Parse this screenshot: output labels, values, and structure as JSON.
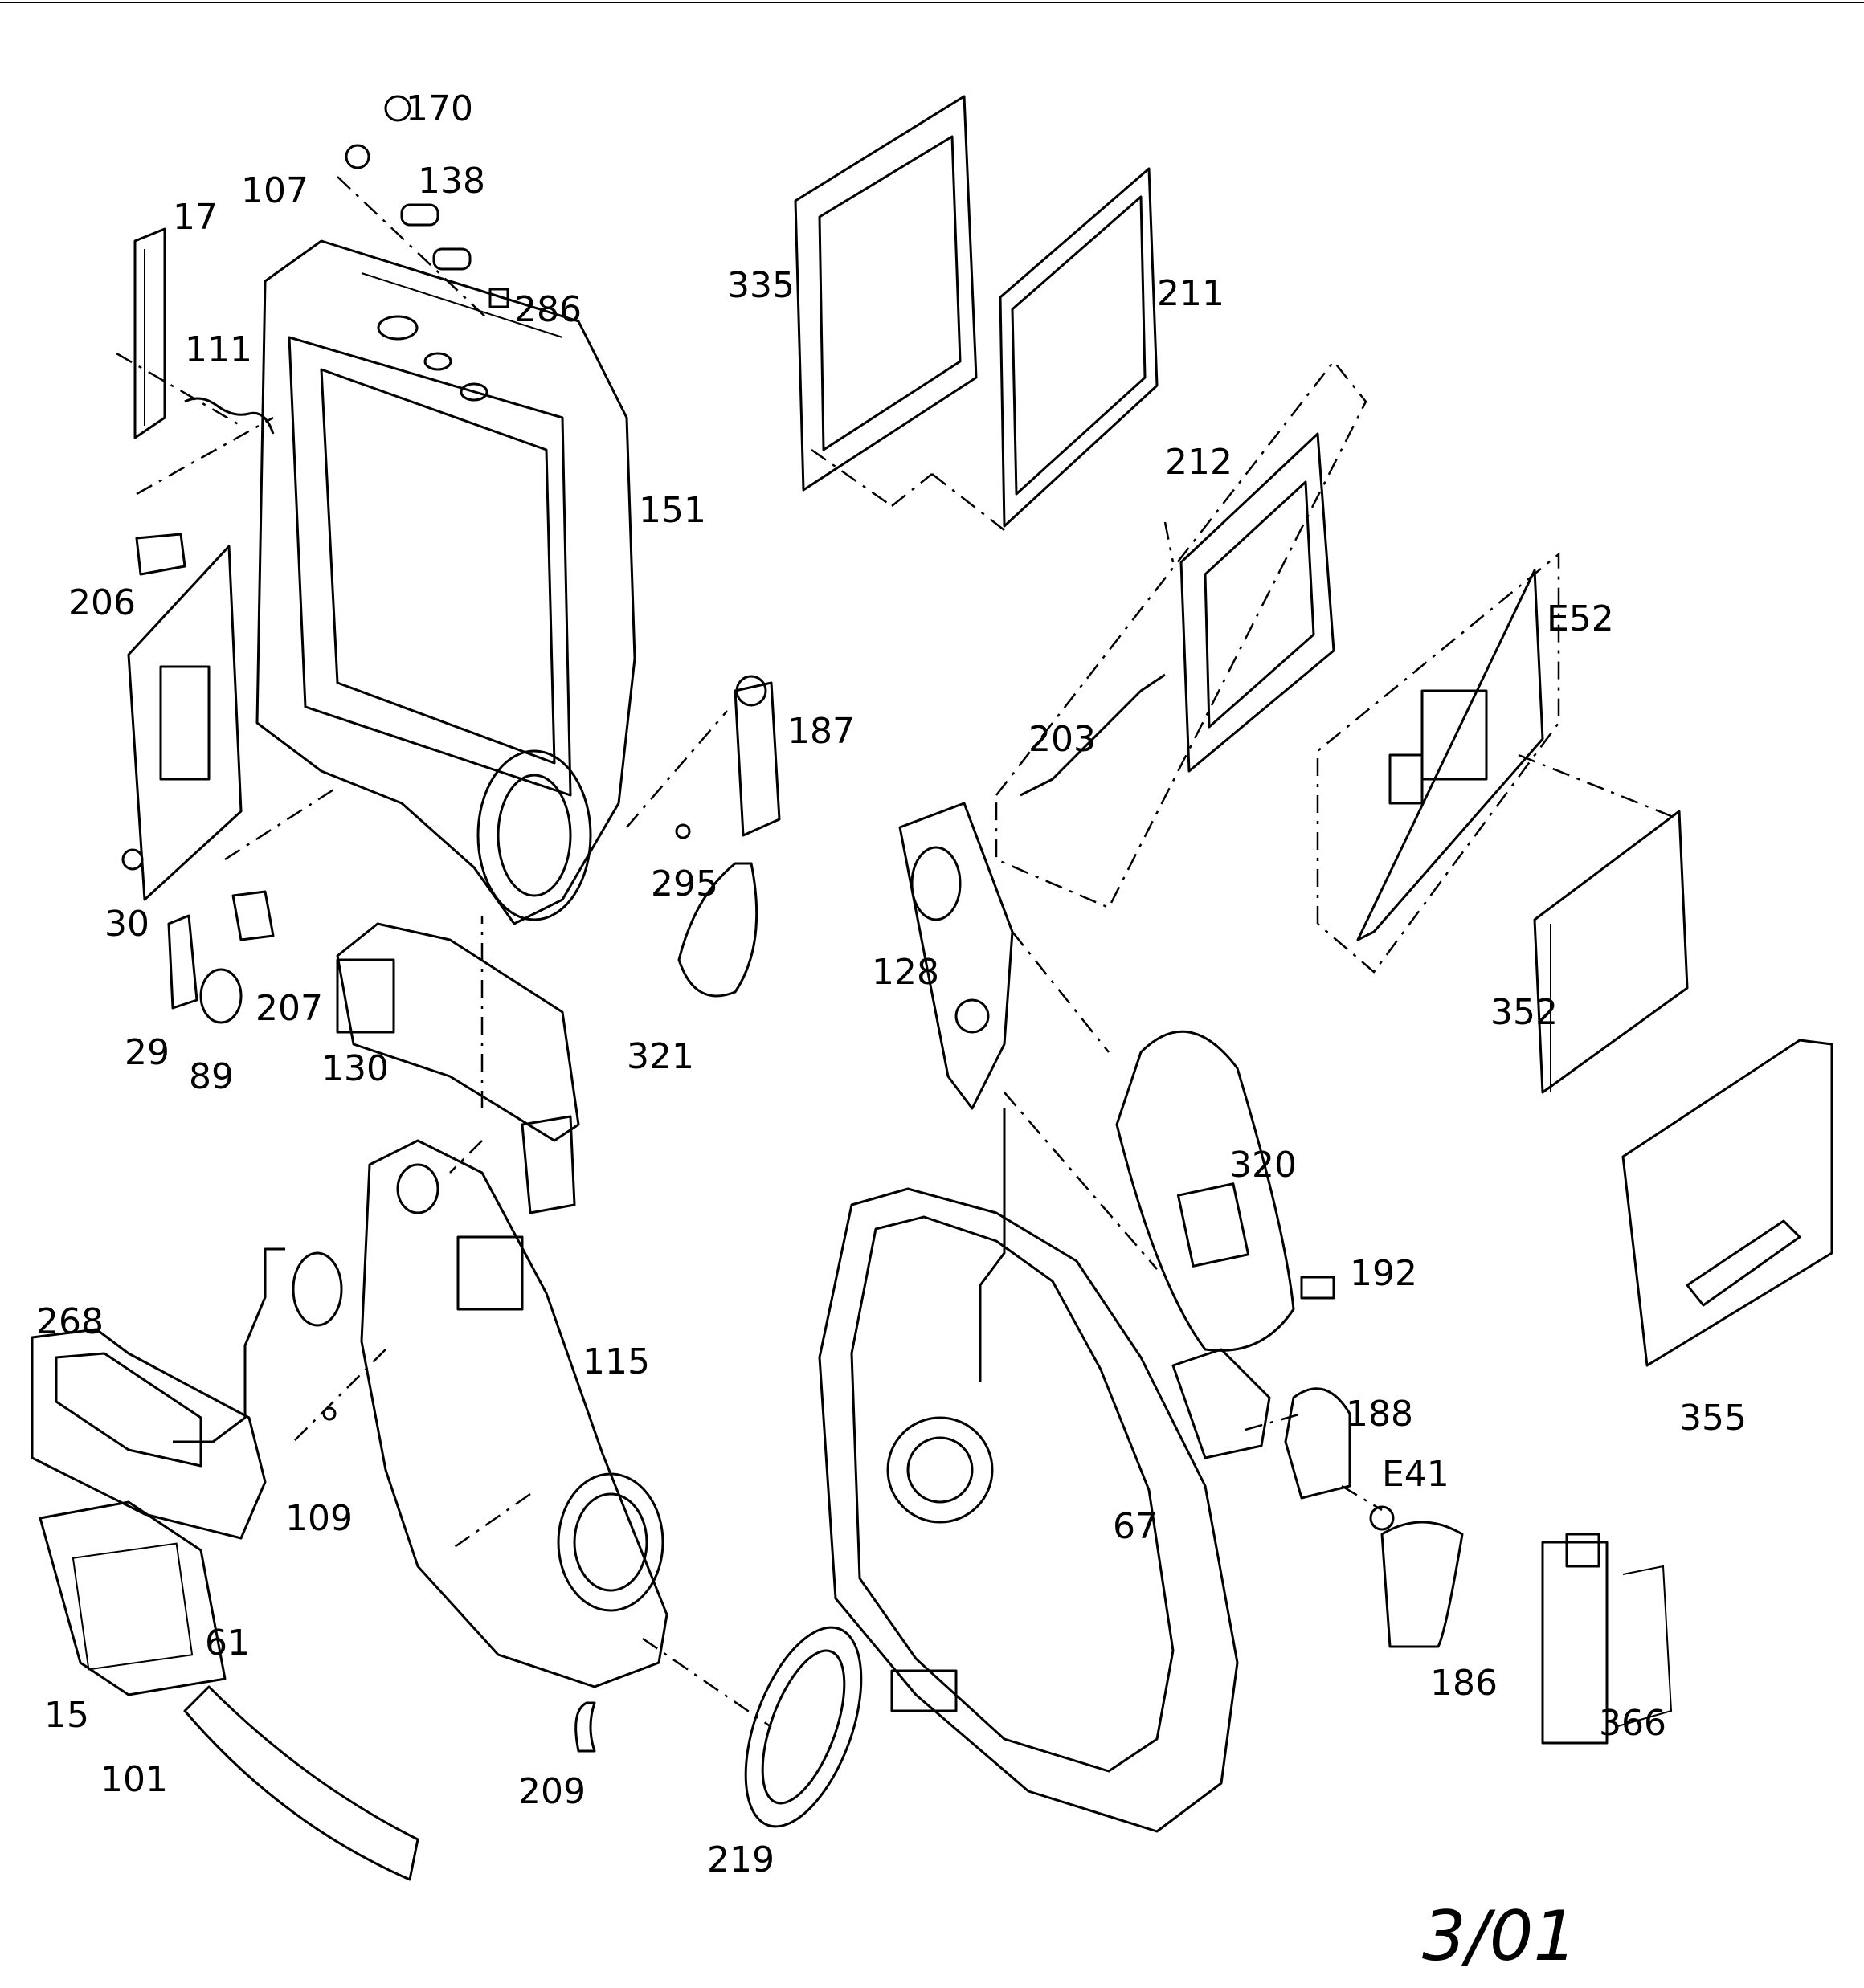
{
  "callouts": {
    "p170": "170",
    "p107": "107",
    "p138": "138",
    "p17": "17",
    "p286": "286",
    "p111": "111",
    "p335": "335",
    "p211": "211",
    "p212": "212",
    "p151": "151",
    "pE52": "E52",
    "p206": "206",
    "p187": "187",
    "p203": "203",
    "p30": "30",
    "p295": "295",
    "p29": "29",
    "p89": "89",
    "p207": "207",
    "p130": "130",
    "p128": "128",
    "p321": "321",
    "p352": "352",
    "p320": "320",
    "p192": "192",
    "p268": "268",
    "p115": "115",
    "p188": "188",
    "p355": "355",
    "p109": "109",
    "pE41": "E41",
    "p67": "67",
    "p61": "61",
    "p15": "15",
    "p186": "186",
    "p101": "101",
    "p366": "366",
    "p209": "209",
    "p219": "219"
  },
  "revision": "3/01"
}
